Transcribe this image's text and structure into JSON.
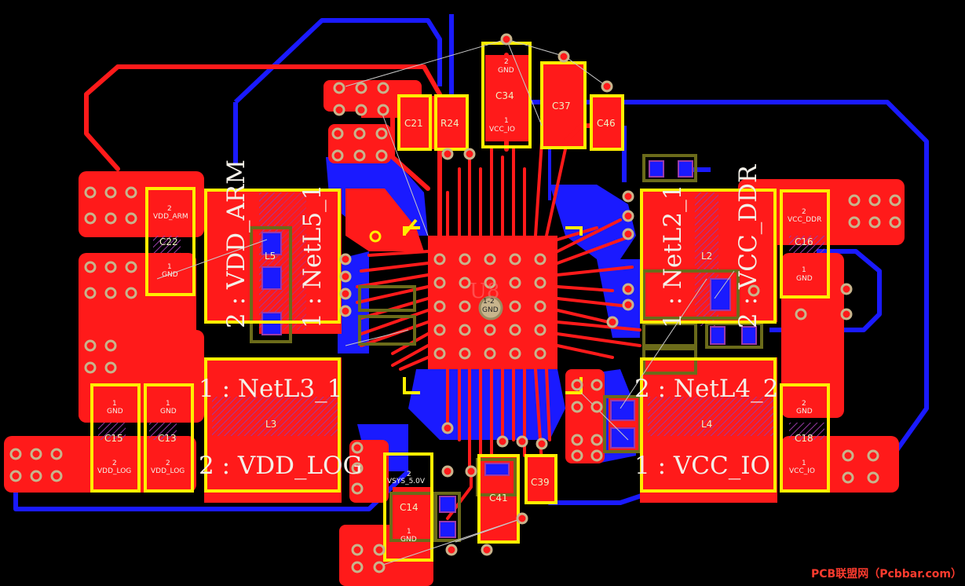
{
  "board": {
    "colors": {
      "background": "#000000",
      "top_copper": "#ff1a1a",
      "bottom_copper": "#1a1aff",
      "silkscreen": "#ffee00",
      "via_ring": "#c8b48c",
      "keepout": "#6b6b1a",
      "ratsnest": "#c8c8c8"
    },
    "icons": {
      "via": "circle-via",
      "pad": "rect-pad",
      "origin": "yellow-ring-marker"
    }
  },
  "inductors": {
    "L5": {
      "ref": "L5",
      "pin1": "1 : NetL5_1",
      "pin2": "2 : VDD_ARM"
    },
    "L2": {
      "ref": "L2",
      "pin1": "1 : NetL2_1",
      "pin2": "2 : VCC_DDR"
    },
    "L3": {
      "ref": "L3",
      "pin1": "1 : NetL3_1",
      "pin2": "2 : VDD_LOG"
    },
    "L4": {
      "ref": "L4",
      "pin1": "2 : NetL4_2",
      "pin2": "1 : VCC_IO"
    }
  },
  "capacitors": {
    "C22": {
      "ref": "C22",
      "net2": "VDD_ARM",
      "net1": "GND",
      "pin2": "2",
      "pin1": "1"
    },
    "C16": {
      "ref": "C16",
      "net2": "VCC_DDR",
      "net1": "GND",
      "pin2": "2",
      "pin1": "1"
    },
    "C15": {
      "ref": "C15",
      "net1": "GND",
      "net2": "VDD_LOG",
      "pin1": "1",
      "pin2": "2"
    },
    "C13": {
      "ref": "C13",
      "net1": "GND",
      "net2": "VDD_LOG",
      "pin1": "1",
      "pin2": "2"
    },
    "C18": {
      "ref": "C18",
      "net2": "GND",
      "net1": "VCC_IO",
      "pin2": "2",
      "pin1": "1"
    },
    "C14": {
      "ref": "C14",
      "net2": "VSYS_5.0V",
      "net1": "GND",
      "pin2": "2",
      "pin1": "1"
    },
    "C34": {
      "ref": "C34",
      "net2": "GND",
      "net1": "VCC_IO",
      "pin2": "2",
      "pin1": "1"
    },
    "C21": {
      "ref": "C21"
    },
    "C37": {
      "ref": "C37"
    },
    "C46": {
      "ref": "C46"
    },
    "C41": {
      "ref": "C41"
    },
    "C39": {
      "ref": "C39"
    }
  },
  "resistors": {
    "R24": {
      "ref": "R24"
    }
  },
  "ic": {
    "ref": "U8",
    "pad_net": "GND",
    "pad_pins": "1-2"
  },
  "watermark": "PCB联盟网（Pcbbar.com）"
}
